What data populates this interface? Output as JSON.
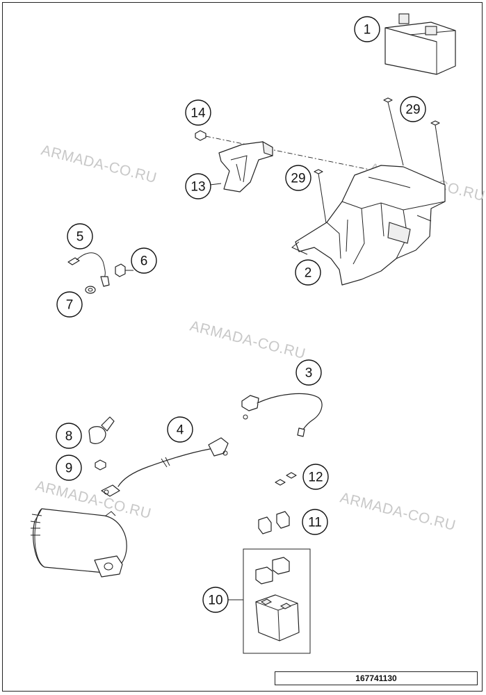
{
  "watermark": "ARMADA-CO.RU",
  "reference_number": "167741130",
  "callouts": [
    "1",
    "2",
    "3",
    "4",
    "5",
    "6",
    "7",
    "8",
    "9",
    "10",
    "11",
    "12",
    "13",
    "14",
    "29",
    "29"
  ]
}
